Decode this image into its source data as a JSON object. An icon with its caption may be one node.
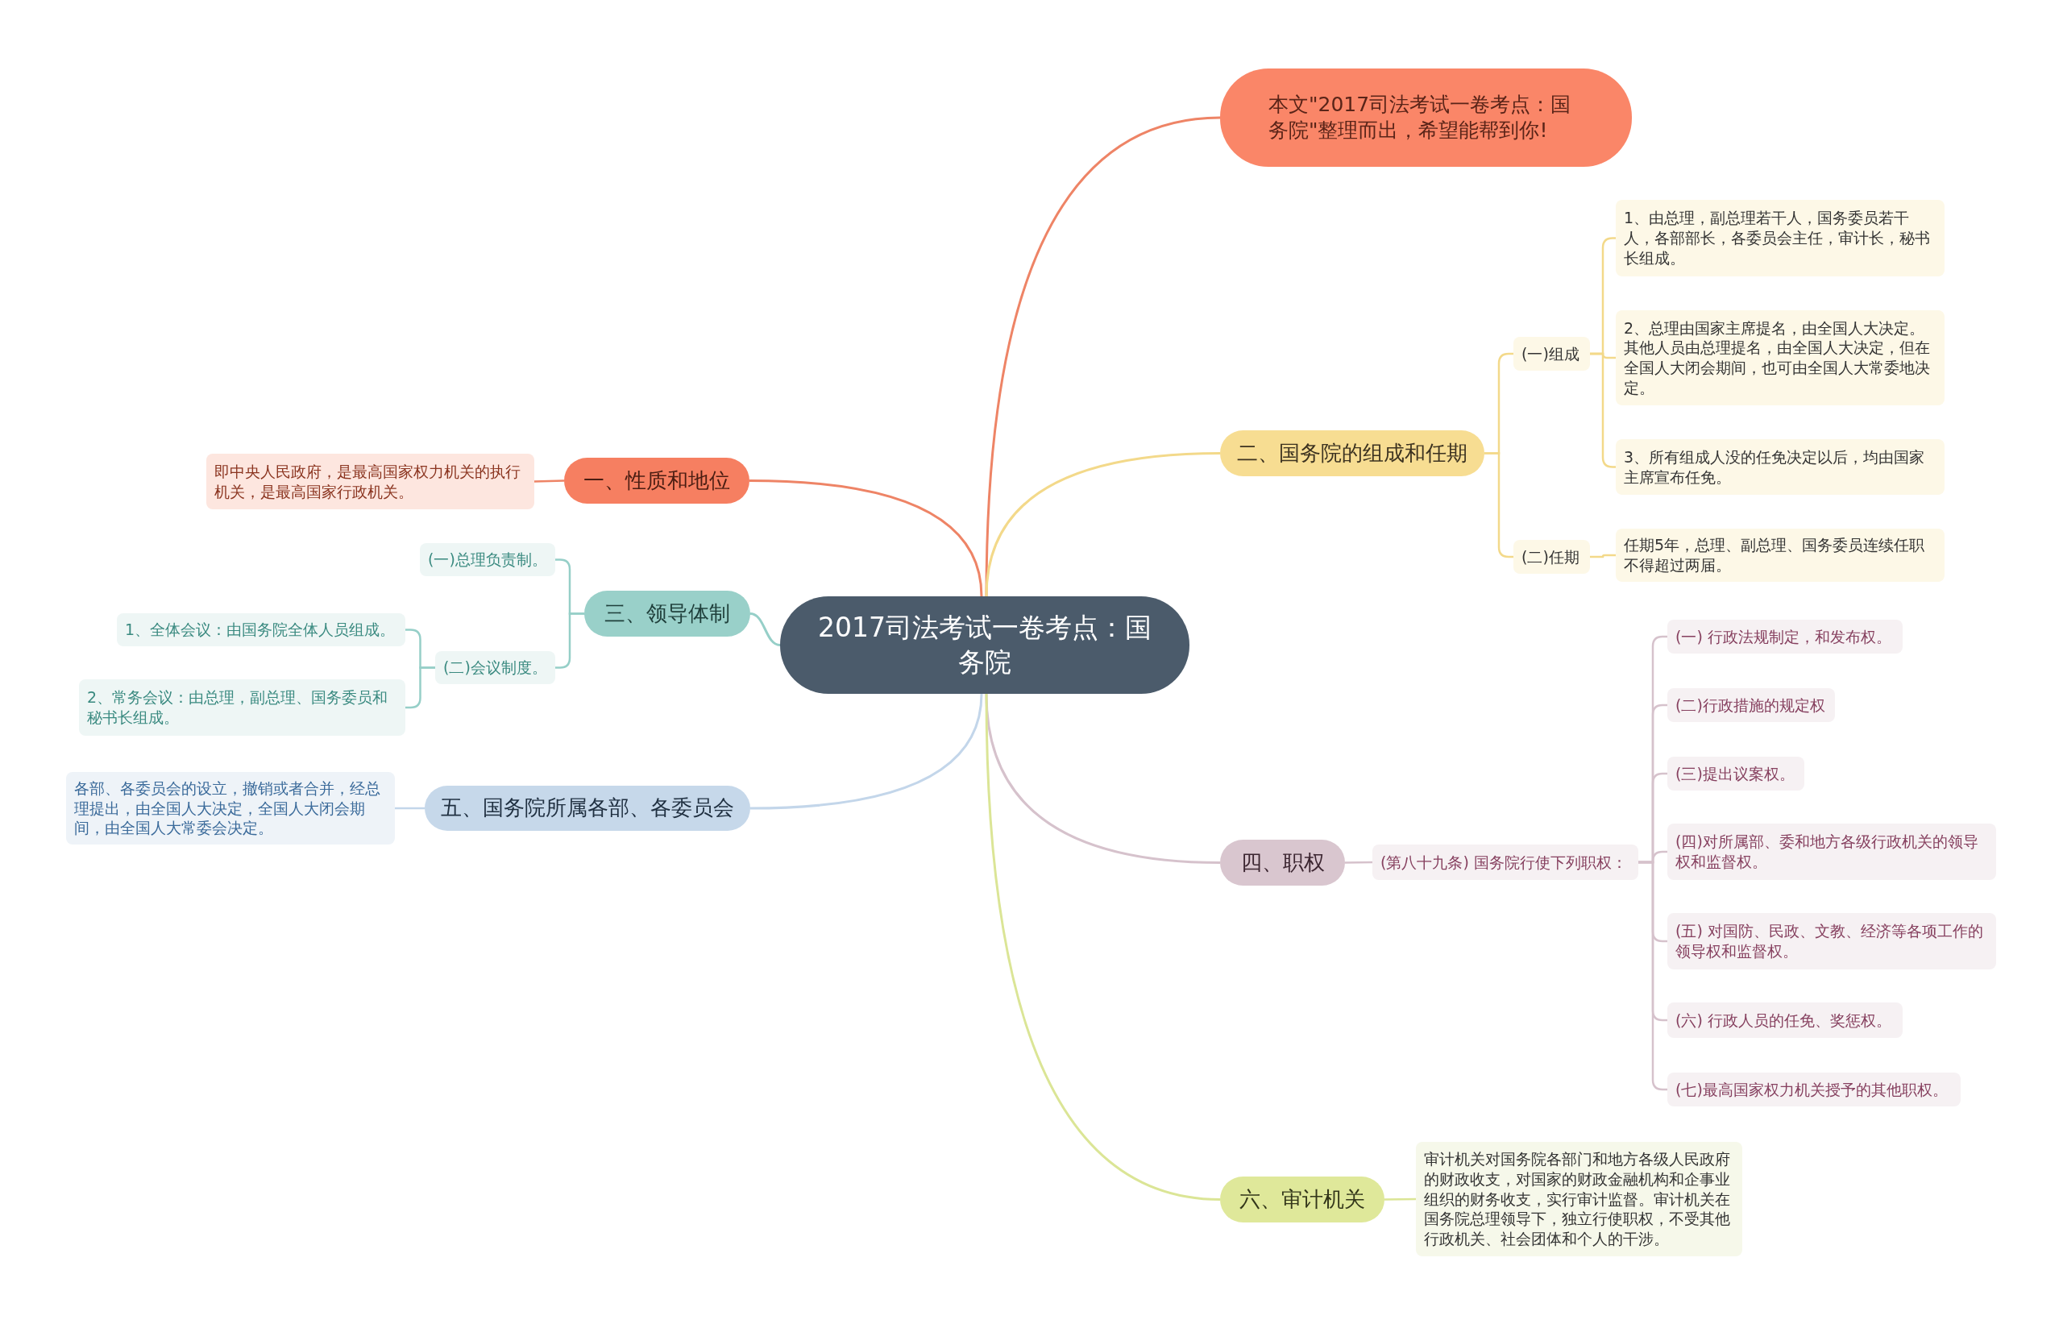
{
  "diagram": {
    "nodes": [
      {
        "text": [
          "2017司法考试一卷考点：国务院"
        ]
      },
      {
        "text": [
          "本文\"2017司法考试一卷考点：国务院\"整理而出，希望能帮到你!"
        ]
      },
      {
        "text": [
          "二、国务院的组成和任期"
        ]
      },
      {
        "text": [
          "(一)组成"
        ]
      },
      {
        "text": [
          "1、由总理，副总理若干人，国务委员若干人，各部部长，各委员会主任，审计长，秘书长组成。"
        ]
      },
      {
        "text": [
          "2、总理由国家主席提名，由全国人大决定。其他人员由总理提名，由全国人大决定，但在全国人大闭会期间，也可由全国人大常委地决定。"
        ]
      },
      {
        "text": [
          "3、所有组成人没的任免决定以后，均由国家主席宣布任免。"
        ]
      },
      {
        "text": [
          "(二)任期"
        ]
      },
      {
        "text": [
          "任期5年，总理、副总理、国务委员连续任职不得超过两届。"
        ]
      },
      {
        "text": [
          "四、职权"
        ]
      },
      {
        "text": [
          "(第八十九条) 国务院行使下列职权："
        ]
      },
      {
        "text": [
          "(一) 行政法规制定，和发布权。"
        ]
      },
      {
        "text": [
          "(二)行政措施的规定权"
        ]
      },
      {
        "text": [
          "(三)提出议案权。"
        ]
      },
      {
        "text": [
          "(四)对所属部、委和地方各级行政机关的领导权和监督权。"
        ]
      },
      {
        "text": [
          "(五) 对国防、民政、文教、经济等各项工作的领导权和监督权。"
        ]
      },
      {
        "text": [
          "(六) 行政人员的任免、奖惩权。"
        ]
      },
      {
        "text": [
          "(七)最高国家权力机关授予的其他职权。"
        ]
      },
      {
        "text": [
          "六、审计机关"
        ]
      },
      {
        "text": [
          "审计机关对国务院各部门和地方各级人民政府的财政收支，对国家的财政金融机构和企事业组织的财务收支，实行审计监督。审计机关在国务院总理领导下，独立行使职权，不受其他行政机关、社会团体和个人的干涉。"
        ]
      },
      {
        "text": [
          "一、性质和地位"
        ]
      },
      {
        "text": [
          "即中央人民政府，是最高国家权力机关的执行机关，是最高国家行政机关。"
        ]
      },
      {
        "text": [
          "三、领导体制"
        ]
      },
      {
        "text": [
          "(一)总理负责制。"
        ]
      },
      {
        "text": [
          "(二)会议制度。"
        ]
      },
      {
        "text": [
          "1、全体会议：由国务院全体人员组成。"
        ]
      },
      {
        "text": [
          "2、常务会议：由总理，副总理、国务委员和秘书长组成。"
        ]
      },
      {
        "text": [
          "五、国务院所属各部、各委员会"
        ]
      },
      {
        "text": [
          "各部、各委员会的设立，撤销或者合并，经总理提出，由全国人大决定，全国人大闭会期间，由全国人大常委会决定。"
        ]
      }
    ],
    "edges": [
      {
        "from": 0,
        "to": 1,
        "arrow": "none",
        "color": "#ee8466"
      },
      {
        "from": 0,
        "to": 2,
        "arrow": "none",
        "color": "#f3d98a"
      },
      {
        "from": 2,
        "to": 3,
        "arrow": "none",
        "color": "#f3d98a"
      },
      {
        "from": 3,
        "to": 4,
        "arrow": "none",
        "color": "#f3d98a"
      },
      {
        "from": 3,
        "to": 5,
        "arrow": "none",
        "color": "#f3d98a"
      },
      {
        "from": 3,
        "to": 6,
        "arrow": "none",
        "color": "#f3d98a"
      },
      {
        "from": 2,
        "to": 7,
        "arrow": "none",
        "color": "#f3d98a"
      },
      {
        "from": 7,
        "to": 8,
        "arrow": "none",
        "color": "#f3d98a"
      },
      {
        "from": 0,
        "to": 9,
        "arrow": "none",
        "color": "#d6c2cc"
      },
      {
        "from": 9,
        "to": 10,
        "arrow": "none",
        "color": "#d6c2cc"
      },
      {
        "from": 10,
        "to": 11,
        "arrow": "none",
        "color": "#d6c2cc"
      },
      {
        "from": 10,
        "to": 12,
        "arrow": "none",
        "color": "#d6c2cc"
      },
      {
        "from": 10,
        "to": 13,
        "arrow": "none",
        "color": "#d6c2cc"
      },
      {
        "from": 10,
        "to": 14,
        "arrow": "none",
        "color": "#d6c2cc"
      },
      {
        "from": 10,
        "to": 15,
        "arrow": "none",
        "color": "#d6c2cc"
      },
      {
        "from": 10,
        "to": 16,
        "arrow": "none",
        "color": "#d6c2cc"
      },
      {
        "from": 10,
        "to": 17,
        "arrow": "none",
        "color": "#d6c2cc"
      },
      {
        "from": 0,
        "to": 18,
        "arrow": "none",
        "color": "#dbe596"
      },
      {
        "from": 18,
        "to": 19,
        "arrow": "none",
        "color": "#dbe596"
      },
      {
        "from": 0,
        "to": 20,
        "arrow": "none",
        "color": "#ee8466"
      },
      {
        "from": 20,
        "to": 21,
        "arrow": "none",
        "color": "#ee8466"
      },
      {
        "from": 0,
        "to": 22,
        "arrow": "none",
        "color": "#96cfc8"
      },
      {
        "from": 22,
        "to": 23,
        "arrow": "none",
        "color": "#96cfc8"
      },
      {
        "from": 22,
        "to": 24,
        "arrow": "none",
        "color": "#96cfc8"
      },
      {
        "from": 24,
        "to": 25,
        "arrow": "none",
        "color": "#96cfc8"
      },
      {
        "from": 24,
        "to": 26,
        "arrow": "none",
        "color": "#96cfc8"
      },
      {
        "from": 0,
        "to": 27,
        "arrow": "none",
        "color": "#c3d6ea"
      },
      {
        "from": 27,
        "to": 28,
        "arrow": "none",
        "color": "#c3d6ea"
      }
    ]
  }
}
